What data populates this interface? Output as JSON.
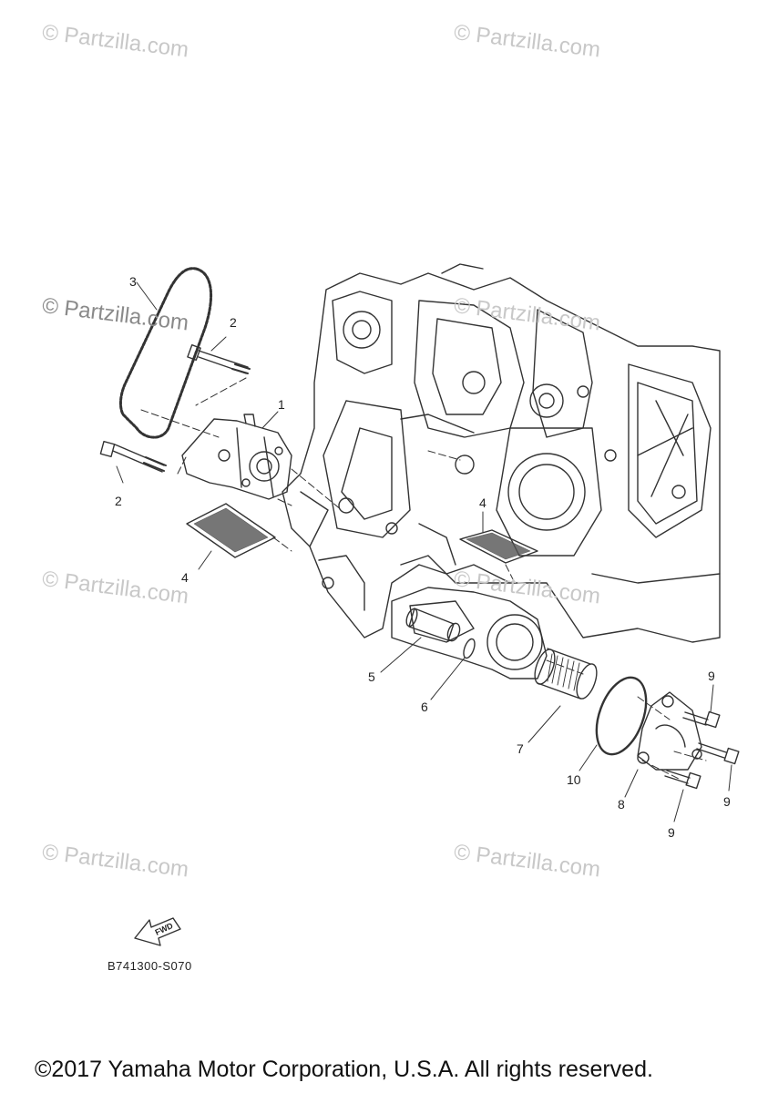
{
  "watermark": {
    "text": "© Partzilla.com"
  },
  "callouts": [
    {
      "id": "c3",
      "label": "3"
    },
    {
      "id": "c2a",
      "label": "2"
    },
    {
      "id": "c1",
      "label": "1"
    },
    {
      "id": "c2b",
      "label": "2"
    },
    {
      "id": "c4a",
      "label": "4"
    },
    {
      "id": "c4b",
      "label": "4"
    },
    {
      "id": "c5",
      "label": "5"
    },
    {
      "id": "c6",
      "label": "6"
    },
    {
      "id": "c7",
      "label": "7"
    },
    {
      "id": "c10",
      "label": "10"
    },
    {
      "id": "c8",
      "label": "8"
    },
    {
      "id": "c9a",
      "label": "9"
    },
    {
      "id": "c9b",
      "label": "9"
    },
    {
      "id": "c9c",
      "label": "9"
    }
  ],
  "fwd_arrow_label": "FWD",
  "reference_code": "B741300-S070",
  "copyright": "©2017 Yamaha Motor Corporation, U.S.A. All rights reserved."
}
